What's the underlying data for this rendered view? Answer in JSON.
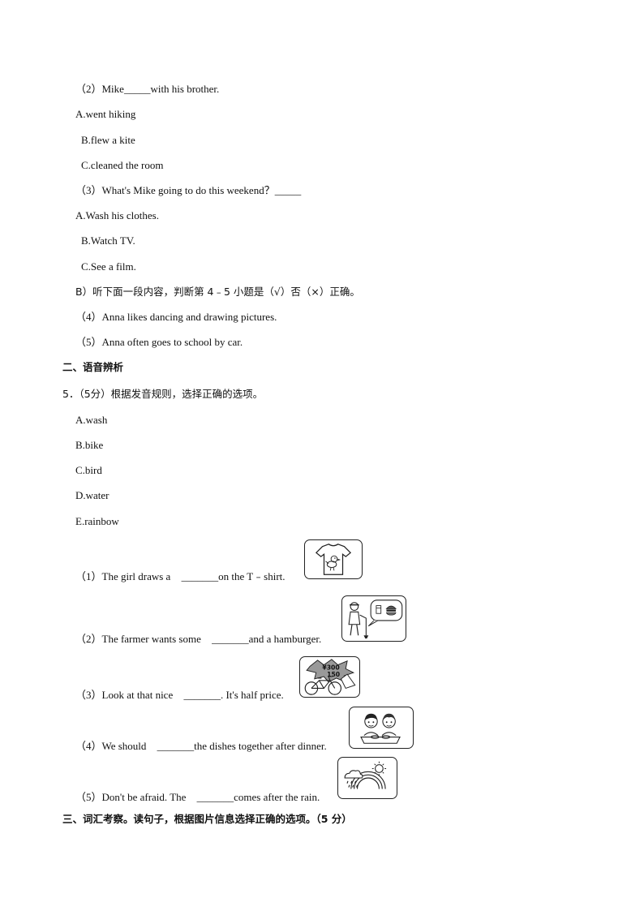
{
  "listening": {
    "q2": {
      "text": "（2）Mike_____with his brother.",
      "options": [
        "A.went hiking",
        "B.flew a kite",
        "C.cleaned the room"
      ]
    },
    "q3": {
      "text": "（3）What's Mike going to do this weekend？_____",
      "options": [
        "A.Wash his clothes.",
        "B.Watch TV.",
        "C.See a film."
      ]
    },
    "partB": {
      "instruction": "B）听下面一段内容，判断第 4﹣5 小题是（√）否（×）正确。",
      "items": [
        "（4）Anna likes dancing and drawing pictures.",
        "（5）Anna often goes to school by car."
      ]
    }
  },
  "section2": {
    "heading": "二、语音辨析",
    "question": "5．（5分）根据发音规则，选择正确的选项。",
    "options": [
      "A.wash",
      "B.bike",
      "C.bird",
      "D.water",
      "E.rainbow"
    ],
    "items": [
      {
        "before": "（1）The girl draws a",
        "blank": "_______",
        "after": "on the T﹣shirt.",
        "icon": "tshirt-bird-icon"
      },
      {
        "before": "（2）The farmer wants some",
        "blank": "_______",
        "after": "and a hamburger.",
        "icon": "farmer-hamburger-icon"
      },
      {
        "before": "（3）Look at that nice",
        "blank": "_______",
        "after": ". It's half price.",
        "icon": "bike-price-tag-icon",
        "price_old": "¥300",
        "price_new": "150"
      },
      {
        "before": "（4）We should",
        "blank": "_______",
        "after": "the dishes together after dinner.",
        "icon": "children-washing-icon"
      },
      {
        "before": "（5）Don't be afraid. The",
        "blank": "_______",
        "after": "comes after the rain.",
        "icon": "rainbow-sun-icon"
      }
    ]
  },
  "section3": {
    "heading": "三、词汇考察。读句子，根据图片信息选择正确的选项。（5 分）"
  }
}
